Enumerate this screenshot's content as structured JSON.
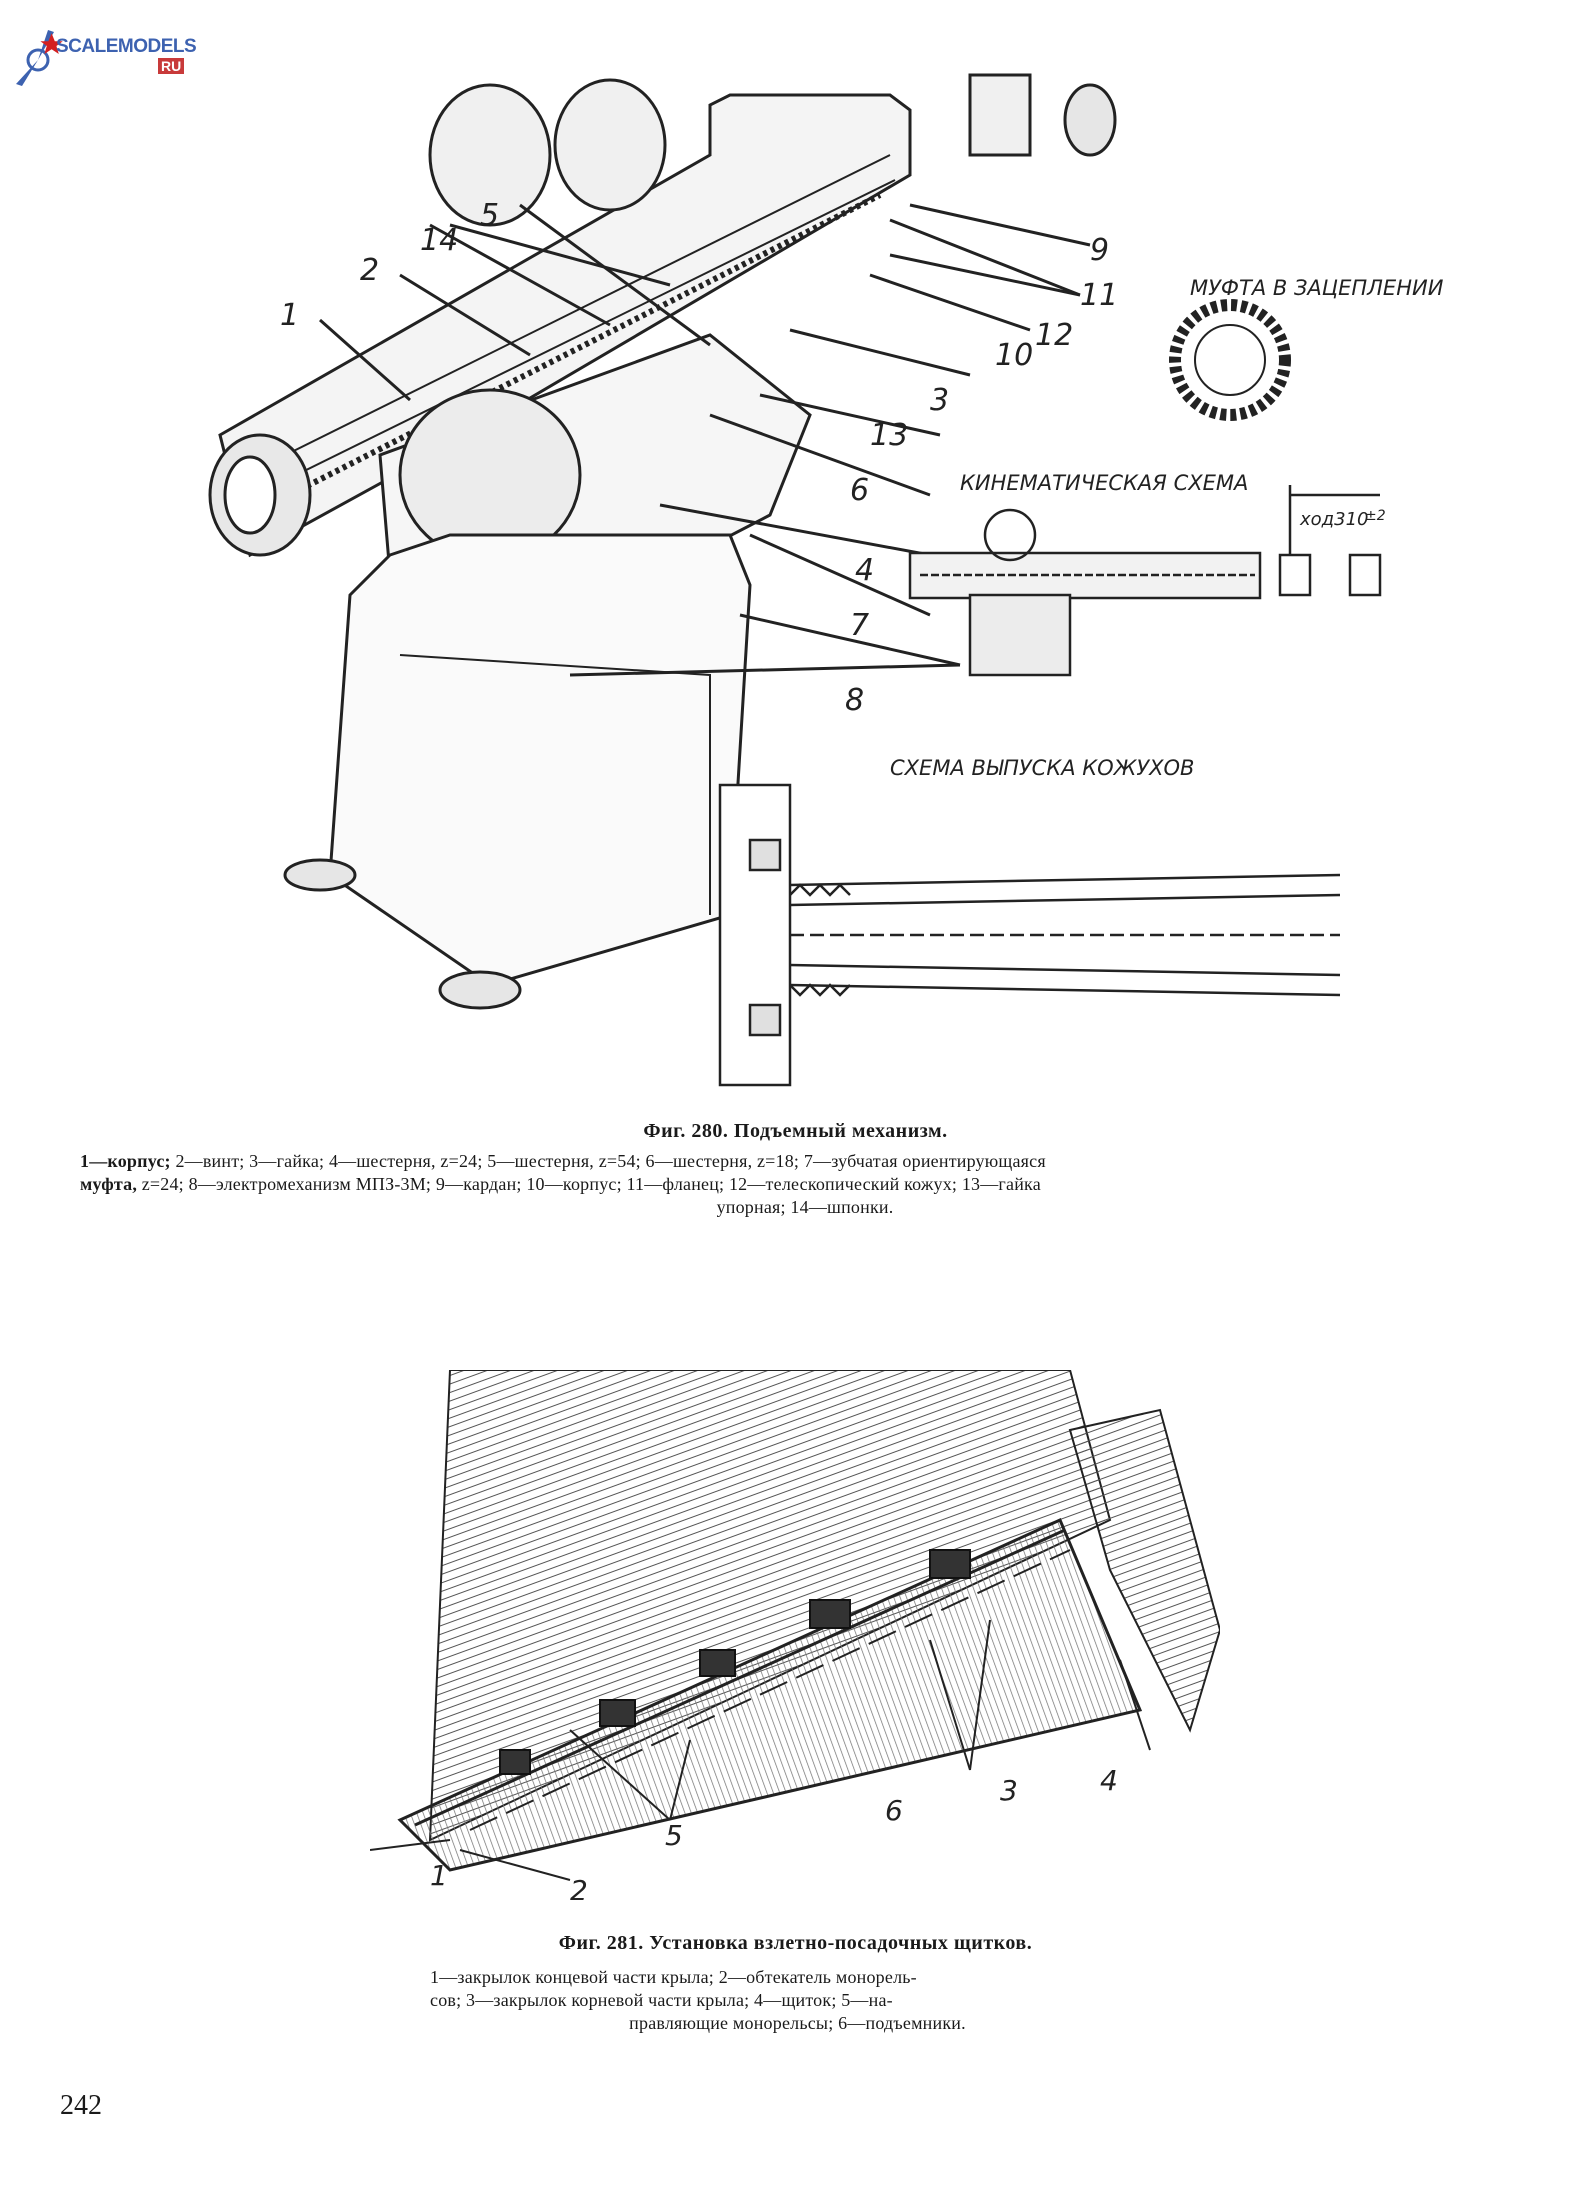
{
  "logo": {
    "text": "SCALEMODELS",
    "suffix": "RU"
  },
  "figure280": {
    "callouts": [
      "1",
      "2",
      "3",
      "4",
      "5",
      "6",
      "7",
      "8",
      "9",
      "10",
      "11",
      "12",
      "13",
      "14"
    ],
    "inset_coupling": "МУФТА В ЗАЦЕПЛЕНИИ",
    "inset_kinematic": "КИНЕМАТИЧЕСКАЯ СХЕМА",
    "inset_stroke": "ход310",
    "inset_stroke_tol": "±2",
    "inset_casing": "СХЕМА ВЫПУСКА КОЖУХОВ",
    "title": "Фиг. 280. Подъемный механизм.",
    "legend_bold_1": "1—корпус;",
    "legend_1": " 2—винт; 3—гайка; 4—шестерня, z=24; 5—шестерня, z=54; 6—шестерня, z=18; 7—зубчатая ориентирующаяся",
    "legend_bold_2": "муфта,",
    "legend_2": " z=24; 8—электромеханизм МПЗ-3М; 9—кардан; 10—корпус; 11—фланец; 12—телескопический кожух; 13—гайка",
    "legend_3": "упорная; 14—шпонки."
  },
  "figure281": {
    "callouts": [
      "1",
      "2",
      "3",
      "4",
      "5",
      "6"
    ],
    "title": "Фиг. 281. Установка взлетно-посадочных щитков.",
    "legend_1": "1—закрылок концевой части крыла; 2—обтекатель монорель-",
    "legend_2": "сов; 3—закрылок корневой части крыла; 4—щиток; 5—на-",
    "legend_3": "правляющие монорельсы; 6—подъемники."
  },
  "page_number": "242"
}
